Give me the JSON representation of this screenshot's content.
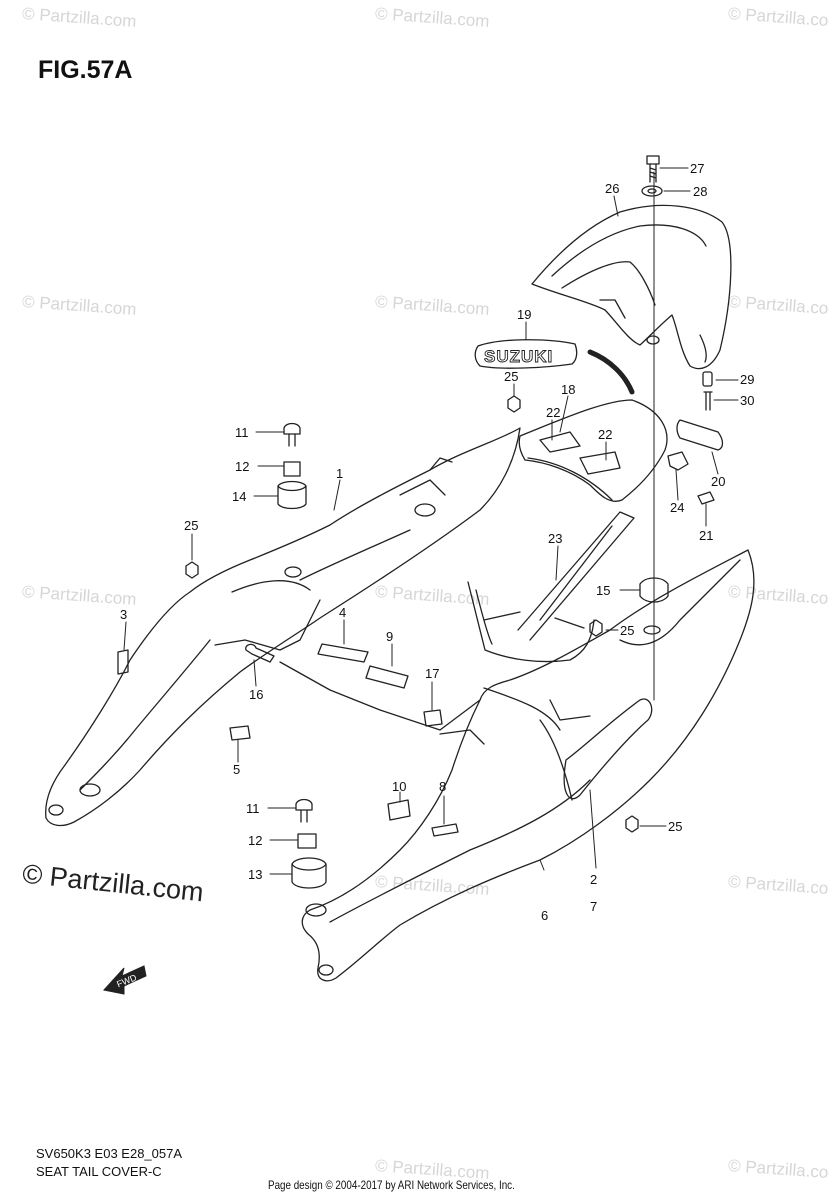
{
  "figure": {
    "title": "FIG.57A",
    "model_code": "SV650K3 E03 E28_057A",
    "section_name": "SEAT TAIL COVER-C",
    "footer": "Page design © 2004-2017 by ARI Network Services, Inc."
  },
  "watermark": {
    "text": "© Partzilla.com",
    "large_text": "© Partzilla.com"
  },
  "labels": {
    "logo_suzuki": "SUZUKI",
    "fwd_arrow": "FWD"
  },
  "callouts": {
    "c1": "1",
    "c2": "2",
    "c3": "3",
    "c4": "4",
    "c5": "5",
    "c6": "6",
    "c7": "7",
    "c8": "8",
    "c9": "9",
    "c10": "10",
    "c11a": "11",
    "c11b": "11",
    "c12a": "12",
    "c12b": "12",
    "c13": "13",
    "c14": "14",
    "c15": "15",
    "c16": "16",
    "c17": "17",
    "c18": "18",
    "c19": "19",
    "c20": "20",
    "c21": "21",
    "c22a": "22",
    "c22b": "22",
    "c23": "23",
    "c24": "24",
    "c25a": "25",
    "c25b": "25",
    "c25c": "25",
    "c25d": "25",
    "c26": "26",
    "c27": "27",
    "c28": "28",
    "c29": "29",
    "c30": "30"
  },
  "colors": {
    "line": "#222222",
    "watermark": "#d6d6d6"
  }
}
